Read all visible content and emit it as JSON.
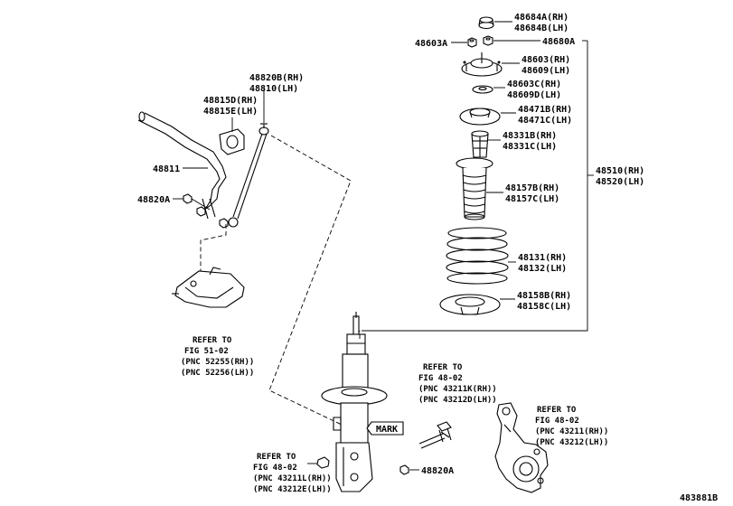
{
  "diagram_id": "483881B",
  "labels": {
    "p48684a": "48684A(RH)",
    "p48684b": "48684B(LH)",
    "p48603a": "48603A",
    "p48680a": "48680A",
    "p48603": "48603(RH)",
    "p48609": "48609(LH)",
    "p48603c": "48603C(RH)",
    "p48609d": "48609D(LH)",
    "p48471b": "48471B(RH)",
    "p48471c": "48471C(LH)",
    "p48331b": "48331B(RH)",
    "p48331c": "48331C(LH)",
    "p48157b": "48157B(RH)",
    "p48157c": "48157C(LH)",
    "p48131": "48131(RH)",
    "p48132": "48132(LH)",
    "p48158b": "48158B(RH)",
    "p48158c": "48158C(LH)",
    "p48510": "48510(RH)",
    "p48520": "48520(LH)",
    "p48820b": "48820B(RH)",
    "p48810": "48810(LH)",
    "p48815d": "48815D(RH)",
    "p48815e": "48815E(LH)",
    "p48811": "48811",
    "p48820a_top": "48820A",
    "p48820a_bottom": "48820A",
    "mark": "MARK"
  },
  "refs": {
    "ref_51_02": [
      "REFER TO",
      "FIG 51-02",
      "(PNC 52255(RH))",
      "(PNC 52256(LH))"
    ],
    "ref_48_02_a": [
      "REFER TO",
      "FIG 48-02",
      "(PNC 43211K(RH))",
      "(PNC 43212D(LH))"
    ],
    "ref_48_02_b": [
      "REFER TO",
      "FIG 48-02",
      "(PNC 43211(RH))",
      "(PNC 43212(LH))"
    ],
    "ref_48_02_c": [
      "REFER TO",
      "FIG 48-02",
      "(PNC 43211L(RH))",
      "(PNC 43212E(LH))"
    ]
  }
}
